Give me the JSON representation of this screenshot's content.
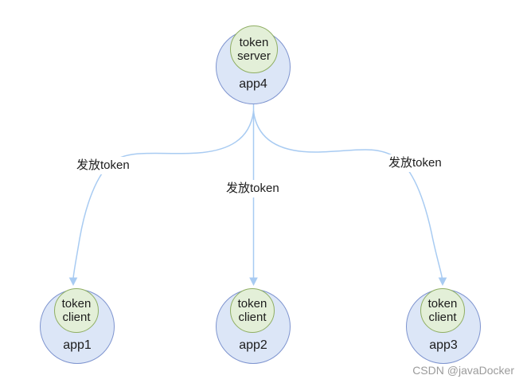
{
  "diagram": {
    "server_node": {
      "inner_label": "token server",
      "app_label": "app4"
    },
    "client_nodes": [
      {
        "inner_label": "token client",
        "app_label": "app1"
      },
      {
        "inner_label": "token client",
        "app_label": "app2"
      },
      {
        "inner_label": "token client",
        "app_label": "app3"
      }
    ],
    "edge_labels": {
      "left": "发放token",
      "middle": "发放token",
      "right": "发放token"
    },
    "colors": {
      "node_fill": "#dce6f7",
      "node_border": "#7e94cf",
      "inner_circle_fill": "#e3efd8",
      "inner_circle_border": "#8fae63",
      "edge_line": "#a8cbf2",
      "text": "#1c1c1c",
      "watermark": "#9b9b9b"
    }
  },
  "watermark": "CSDN @javaDocker"
}
